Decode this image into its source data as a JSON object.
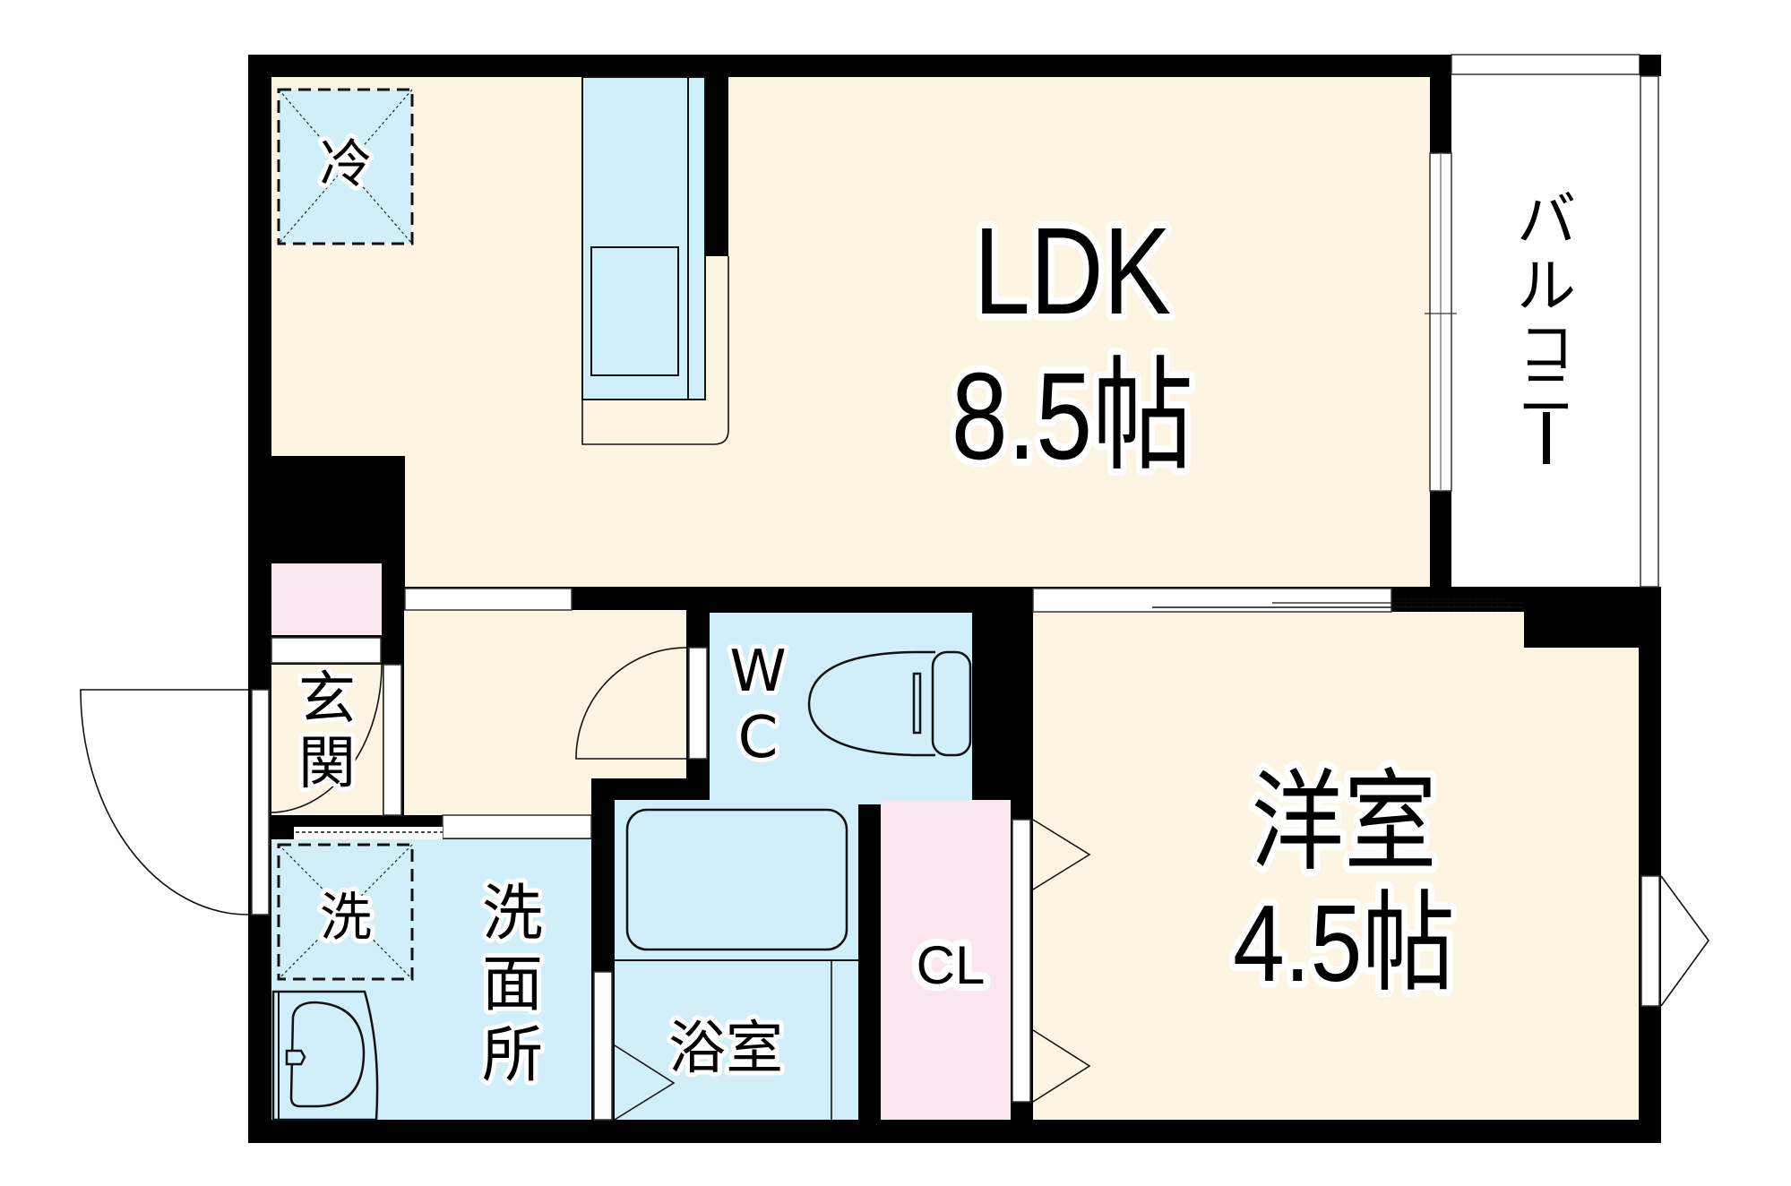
{
  "floorplan": {
    "colors": {
      "wall": "#000000",
      "living_floor": "#fdf5e2",
      "wet_area": "#d1effb",
      "storage": "#fbe6ef",
      "exterior": "#ffffff"
    },
    "rooms": {
      "ldk": {
        "name": "LDK",
        "size": "8.5帖"
      },
      "western": {
        "name": "洋室",
        "size": "4.5帖"
      },
      "balcony": {
        "name": "バルコニー",
        "chars": [
          "バ",
          "ル",
          "コ",
          "ニ",
          "ー"
        ]
      },
      "entrance": {
        "name": "玄関",
        "chars": [
          "玄",
          "関"
        ]
      },
      "washroom": {
        "name": "洗面所",
        "chars": [
          "洗",
          "面",
          "所"
        ]
      },
      "bathroom": {
        "name": "浴室"
      },
      "toilet": {
        "name": "WC",
        "chars": [
          "W",
          "C"
        ]
      },
      "closet": {
        "name": "CL"
      }
    },
    "fixtures": {
      "fridge": {
        "label": "冷"
      },
      "washer": {
        "label": "洗"
      }
    }
  }
}
